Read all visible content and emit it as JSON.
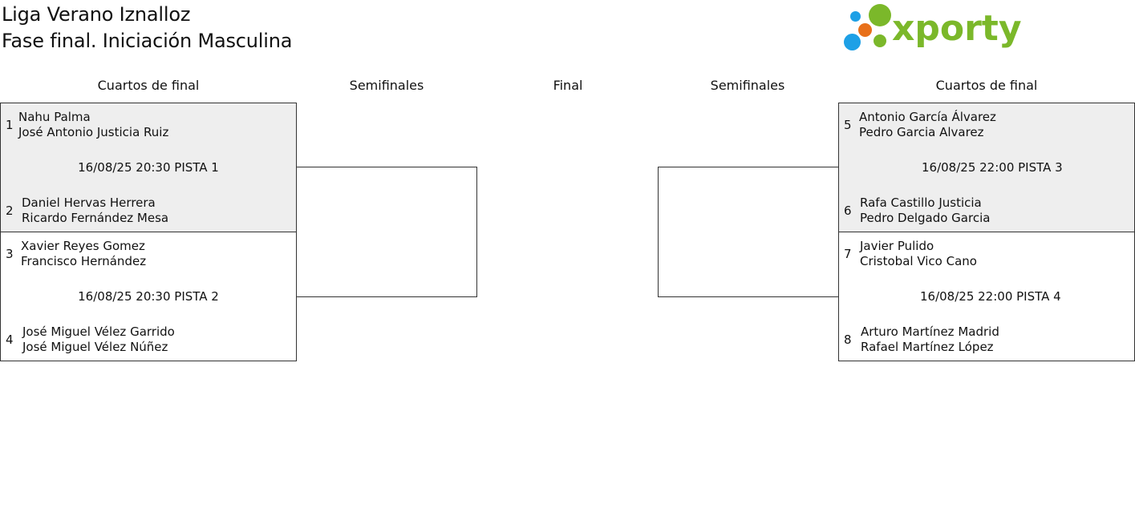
{
  "header": {
    "title_line1": "Liga Verano Iznalloz",
    "title_line2": "Fase final. Iniciación Masculina"
  },
  "logo": {
    "text": "xporty",
    "colors": {
      "green": "#7bb82a",
      "blue": "#1ea0e6",
      "orange": "#e8701a"
    }
  },
  "rounds": {
    "left_quarters": "Cuartos de final",
    "left_semis": "Semifinales",
    "final": "Final",
    "right_semis": "Semifinales",
    "right_quarters": "Cuartos de final"
  },
  "matches": [
    {
      "top": {
        "seed": "1",
        "player1": "Nahu Palma",
        "player2": "José Antonio Justicia Ruiz"
      },
      "info": "16/08/25 20:30 PISTA 1",
      "bottom": {
        "seed": "2",
        "player1": "Daniel Hervas Herrera",
        "player2": "Ricardo Fernández Mesa"
      }
    },
    {
      "top": {
        "seed": "3",
        "player1": "Xavier Reyes Gomez",
        "player2": "Francisco Hernández"
      },
      "info": "16/08/25 20:30 PISTA 2",
      "bottom": {
        "seed": "4",
        "player1": "José Miguel Vélez Garrido",
        "player2": "José Miguel Vélez Núñez"
      }
    },
    {
      "top": {
        "seed": "5",
        "player1": "Antonio García Álvarez",
        "player2": "Pedro Garcia Alvarez"
      },
      "info": "16/08/25 22:00 PISTA 3",
      "bottom": {
        "seed": "6",
        "player1": "Rafa Castillo Justicia",
        "player2": "Pedro Delgado Garcia"
      }
    },
    {
      "top": {
        "seed": "7",
        "player1": "Javier Pulido",
        "player2": "Cristobal Vico Cano"
      },
      "info": "16/08/25 22:00 PISTA 4",
      "bottom": {
        "seed": "8",
        "player1": "Arturo Martínez Madrid",
        "player2": "Rafael Martínez López"
      }
    }
  ],
  "colors": {
    "match_gray": "#eeeeee",
    "border": "#333333"
  }
}
